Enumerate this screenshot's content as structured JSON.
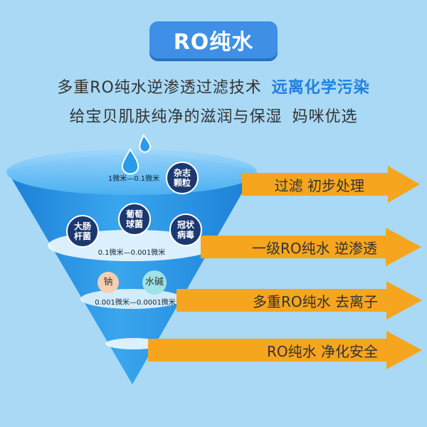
{
  "title": "RO纯水",
  "headline": {
    "main": "多重RO纯水逆渗透过滤技术",
    "emphasis": "远离化学污染"
  },
  "subline": {
    "main": "给宝贝肌肤纯净的滋润与保湿",
    "extra": "妈咪优选"
  },
  "stages": [
    {
      "label": "过滤  初步处理"
    },
    {
      "label": "一级RO纯水  逆渗透"
    },
    {
      "label": "多重RO纯水  去离子"
    },
    {
      "label": "RO纯水  净化安全"
    }
  ],
  "ranges": [
    "1微米—0.1微米",
    "0.1微米—0.001微米",
    "0.001微米—0.0001微米"
  ],
  "particles": {
    "impurity": {
      "line1": "杂志",
      "line2": "颗粒"
    },
    "ecoli": {
      "line1": "大肠",
      "line2": "杆菌"
    },
    "staph": {
      "line1": "葡萄",
      "line2": "球菌"
    },
    "corona": {
      "line1": "冠状",
      "line2": "病毒"
    },
    "sodium": "钠",
    "alkali": "水碱"
  },
  "colors": {
    "background": "#a9d9f5",
    "badge": "#3f8fe6",
    "emphasis": "#1f7fe0",
    "arrow": "#f6a51e",
    "funnel_outer": "#1f8fe0",
    "funnel_inner": "#4fb7f0"
  },
  "icons": [
    "water-drops-icon",
    "arrow-right-icon"
  ]
}
